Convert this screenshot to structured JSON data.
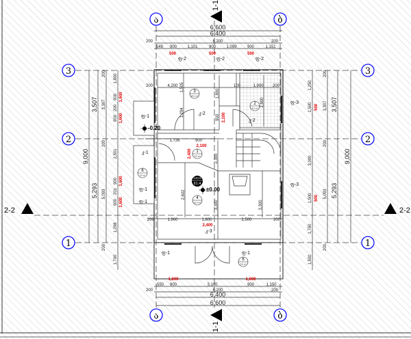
{
  "sections": {
    "top": "1-1",
    "bottom": "1-1",
    "left": "2-2",
    "right": "2-2"
  },
  "axes": {
    "col_left": "ა",
    "col_right": "ბ",
    "row_3": "3",
    "row_2": "2",
    "row_1": "1"
  },
  "top_dims": {
    "overall": "6,600",
    "outer": "6,400",
    "inner": "6,200",
    "edge_left": "200",
    "edge_right": "200",
    "segments": [
      "549",
      "900",
      "1,101",
      "900",
      "1,099",
      "900",
      "1,151"
    ],
    "red": [
      "500",
      "500",
      "500"
    ]
  },
  "bottom_dims": {
    "overall": "6,600",
    "outer": "6,400",
    "inner": "6,200",
    "edge_left": "200",
    "edge_right": "200",
    "segments": [
      "550",
      "900",
      "3,100",
      "900",
      "1,150"
    ],
    "red": [
      "1,600",
      "1,600"
    ]
  },
  "left_dims": {
    "total": "9,000",
    "upper": "3,507",
    "lower": "5,293",
    "upper_inner": "3,307",
    "lower_inner": "5,093",
    "edge": [
      "200",
      "200",
      "200"
    ],
    "detail": [
      "1,800",
      "900",
      "200",
      "900",
      "2,501",
      "900",
      "201",
      "900",
      "1,298",
      "1,700"
    ],
    "red": [
      "1,600",
      "1,600",
      "1,600",
      "1,600"
    ]
  },
  "right_dims": {
    "total": "9,000",
    "upper": "3,507",
    "lower": "5,293",
    "upper_inner": "3,307",
    "lower_inner": "5,093",
    "edge": [
      "200",
      "200",
      "200"
    ],
    "detail": [
      "1,250",
      "1,500",
      "3,000",
      "1,500",
      "1,750",
      "1,500"
    ],
    "red": [
      "500",
      "500"
    ]
  },
  "interior_dims": {
    "room3_width": "4,200",
    "room2_width": "1,900",
    "wall_100": "100",
    "wall_200a": "200",
    "wall_200b": "200",
    "hall_a": "1,726",
    "hall_b": "900",
    "hall_red": "2,100",
    "hall_red_v": "2,400",
    "v_1505": "1,505",
    "v_1294": "1,294",
    "v_1800": "1,800",
    "v_900": "900",
    "v_red_2100": "2,100",
    "v_2800": "2,800",
    "v_2300": "2,300",
    "v_2602": "2,602",
    "v_3300a": "3,300",
    "v_3300b": "3,300",
    "row1": [
      "200",
      "1,900",
      "1,800",
      "2,500",
      "200"
    ],
    "row1_red": "2,400"
  },
  "rooms": [
    {
      "num": "3",
      "area": "20.1 m²"
    },
    {
      "num": "2",
      "area": "6.0 m²"
    },
    {
      "num": "1",
      "area": "6.9 m²"
    },
    {
      "num": "4",
      "area": "22.5 m²"
    },
    {
      "num": "6",
      "area": "5.0 m²"
    },
    {
      "num": "6",
      "area": "6.9 m²"
    }
  ],
  "total_area": {
    "top": "143.6",
    "bottom": "61.4"
  },
  "levels": {
    "main": "±0.00",
    "outside": "-0.20"
  },
  "windows": {
    "top": [
      "ფ-2",
      "ფ-2",
      "ფ-2"
    ],
    "left": [
      "ფ-1",
      "ფ-1",
      "ფ-1"
    ],
    "right": [
      "ფ-3",
      "ფ-3"
    ],
    "bottom": [
      "ფ-1",
      "ფ-1"
    ]
  },
  "doors": [
    "კ-2",
    "კ-2",
    "კ-1",
    "კ-3"
  ],
  "colors": {
    "axis": "#1010ff",
    "red_dim": "#e00000",
    "hatch": "#bbbbbb"
  }
}
